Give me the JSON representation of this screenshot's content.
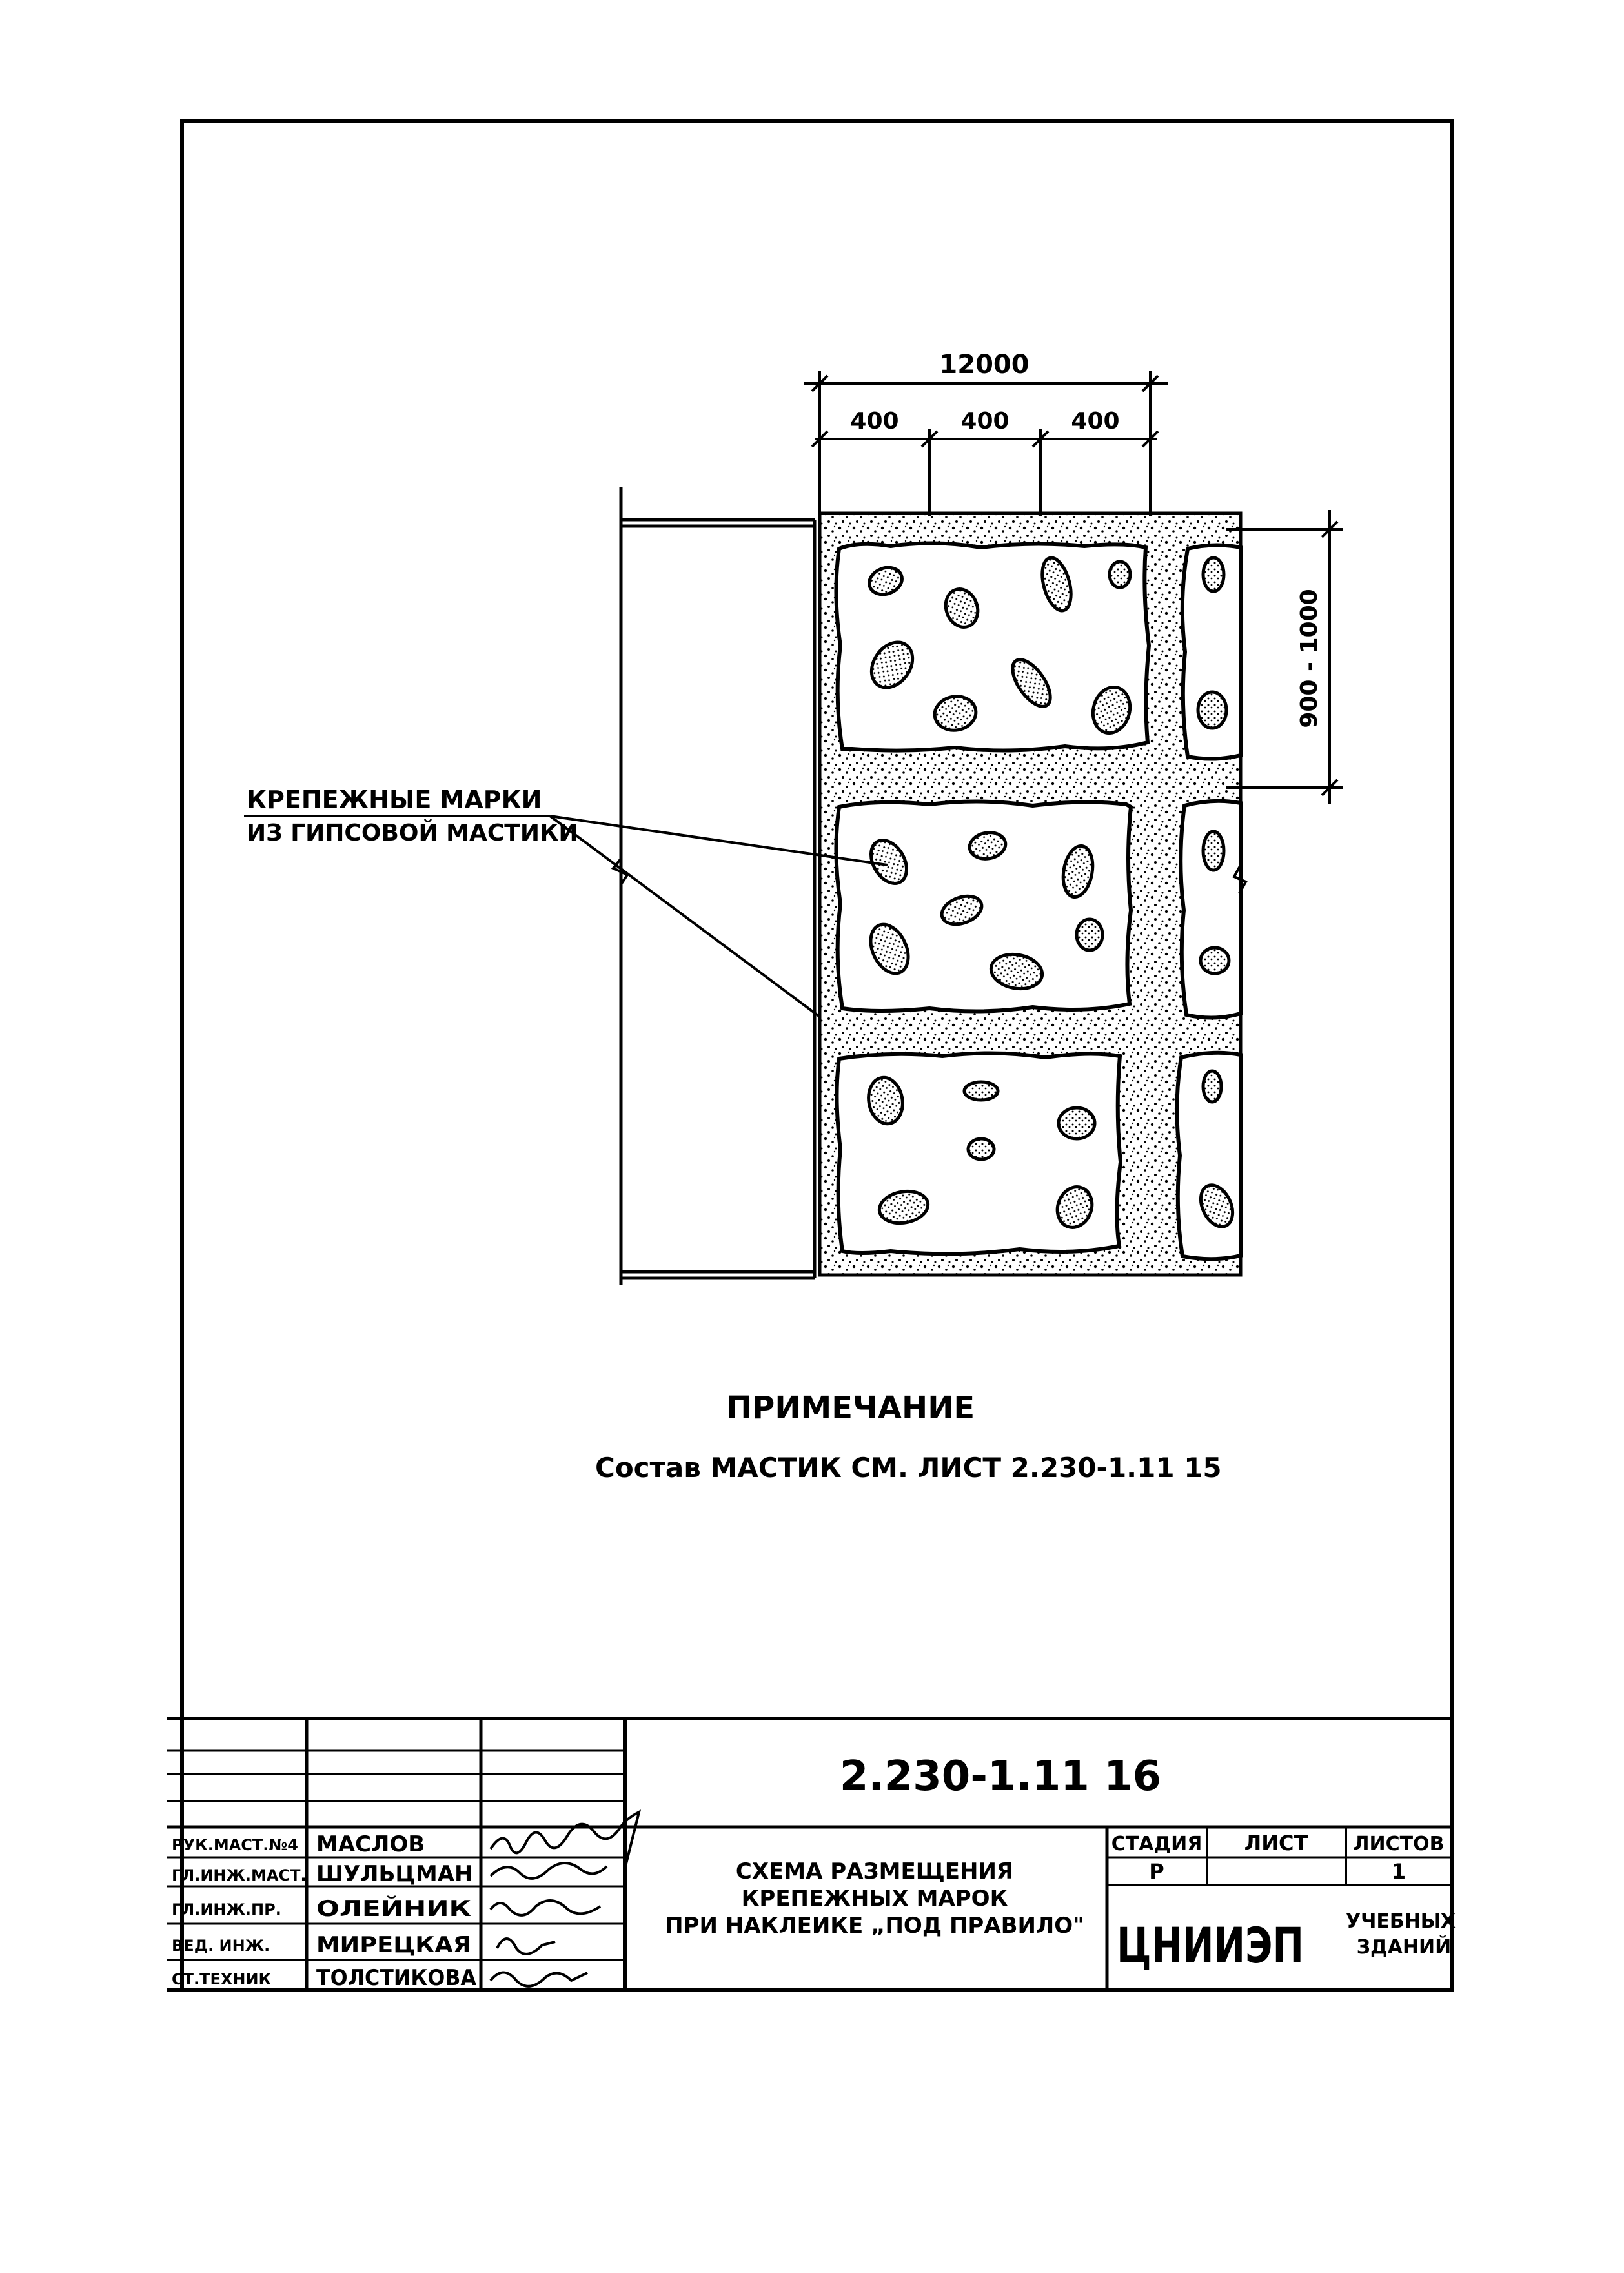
{
  "dimensions": {
    "overall": "12000",
    "segment_1": "400",
    "segment_2": "400",
    "segment_3": "400",
    "vertical": "900 - 1000"
  },
  "callout": {
    "line_1": "КРЕПЕЖНЫЕ МАРКИ",
    "line_2": "ИЗ ГИПСОВОЙ МАСТИКИ"
  },
  "note": {
    "heading": "ПРИМЕЧАНИЕ",
    "text": "Состав  МАСТИК  СМ.  ЛИСТ  2.230-1.11 15"
  },
  "title_block": {
    "doc_code": "2.230-1.11  16",
    "roles": [
      "РУК.МАСТ.№4",
      "ГЛ.ИНЖ.МАСТ.",
      "ГЛ.ИНЖ.ПР.",
      "ВЕД. ИНЖ.",
      "СТ.ТЕХНИК"
    ],
    "names": [
      "МАСЛОВ",
      "ШУЛЬЦМАН",
      "ОЛЕЙНИК",
      "МИРЕЦКАЯ",
      "ТОЛСТИКОВА"
    ],
    "drawing_title_1": "СХЕМА РАЗМЕЩЕНИЯ",
    "drawing_title_2": "КРЕПЕЖНЫХ МАРОК",
    "drawing_title_3": "ПРИ НАКЛЕИКЕ „ПОД ПРАВИЛО\"",
    "stage_label": "СТАДИЯ",
    "sheet_label": "ЛИСТ",
    "sheets_label": "ЛИСТОВ",
    "stage_value": "Р",
    "sheet_value": "",
    "sheets_value": "1",
    "org": "ЦНИИЭП",
    "org_sub_1": "УЧЕБНЫХ",
    "org_sub_2": "ЗДАНИЙ"
  }
}
